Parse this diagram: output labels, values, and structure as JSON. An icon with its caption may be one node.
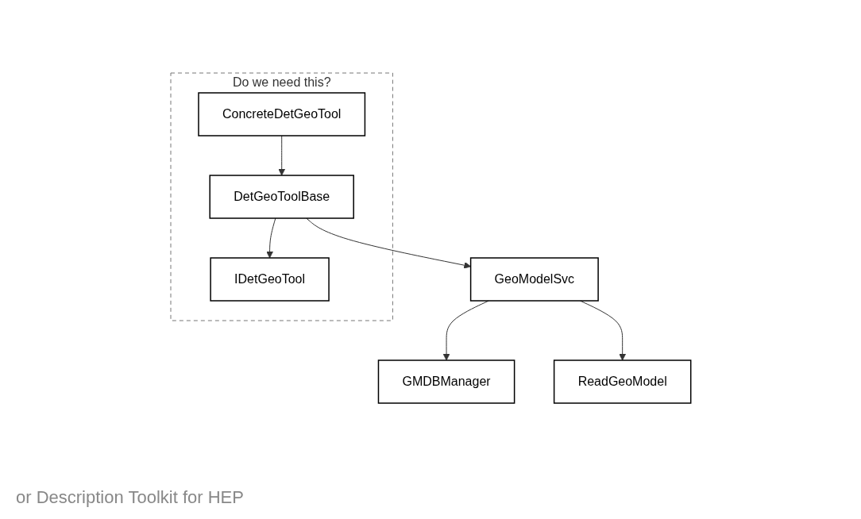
{
  "diagram": {
    "nodes": [
      {
        "text": [
          "GeoModelSvc"
        ]
      },
      {
        "text": [
          "GMDBManager"
        ]
      },
      {
        "text": [
          "ReadGeoModel"
        ]
      },
      {
        "text": [
          "Do we need this?"
        ]
      },
      {
        "text": [
          "IDetGeoTool"
        ],
        "in": 3
      },
      {
        "text": [
          "DetGeoToolBase"
        ],
        "in": 3
      },
      {
        "text": [
          "ConcreteDetGeoTool"
        ],
        "in": 3
      }
    ],
    "edges": [
      {
        "from": 0,
        "to": 1,
        "arrow": "to"
      },
      {
        "from": 0,
        "to": 2,
        "arrow": "to"
      },
      {
        "from": 5,
        "to": 0,
        "arrow": "to"
      },
      {
        "from": 5,
        "to": 4,
        "arrow": "to"
      },
      {
        "from": 6,
        "to": 5,
        "arrow": "to"
      }
    ],
    "labels": [
      "or Description Toolkit for HEP"
    ]
  }
}
